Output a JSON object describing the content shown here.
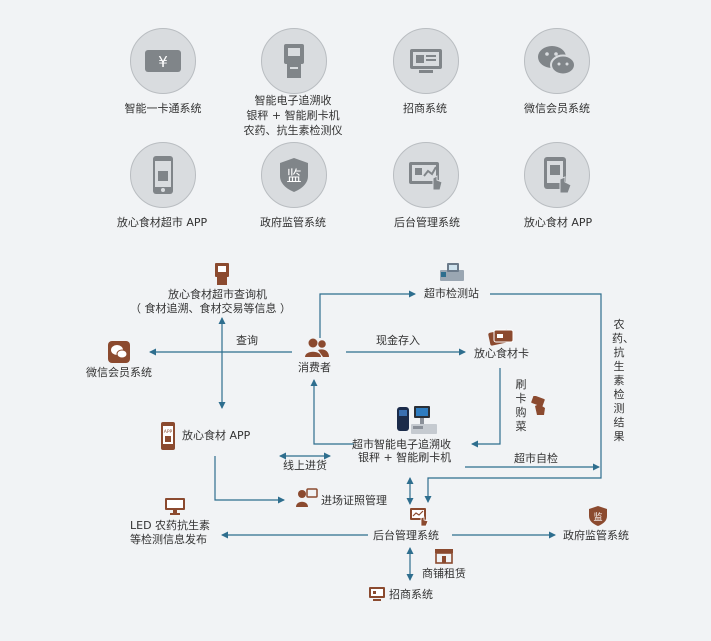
{
  "top_grid": [
    {
      "id": "smart-card",
      "label": "智能一卡通系统",
      "icon": "yen-card-icon"
    },
    {
      "id": "trace-scale",
      "label_lines": [
        "智能电子追溯收",
        "银秤 + 智能刷卡机",
        "农药、抗生素检测仪"
      ],
      "icon": "kiosk-icon"
    },
    {
      "id": "merchant",
      "label": "招商系统",
      "icon": "monitor-icon"
    },
    {
      "id": "wechat-member",
      "label": "微信会员系统",
      "icon": "wechat-icon"
    },
    {
      "id": "supermarket-app",
      "label": "放心食材超市 APP",
      "icon": "phone-icon"
    },
    {
      "id": "gov-supervision",
      "label": "政府监管系统",
      "icon": "shield-icon"
    },
    {
      "id": "backend",
      "label": "后台管理系统",
      "icon": "touch-screen-icon"
    },
    {
      "id": "food-app",
      "label": "放心食材 APP",
      "icon": "tablet-touch-icon"
    }
  ],
  "flow": {
    "kiosk_title": "放心食材超市查询机",
    "kiosk_sub": "（ 食材追溯、食材交易等信息 ）",
    "consumer": "消费者",
    "query": "查询",
    "cash_deposit": "现金存入",
    "wechat_member": "微信会员系统",
    "food_card": "放心食材卡",
    "test_station": "超市检测站",
    "pesticide_result": "农药、抗生素检测结果",
    "swipe_buy": "刷卡购菜",
    "food_app": "放心食材 APP",
    "trace_scale_lines": [
      "超市智能电子追溯收",
      "银秤 + 智能刷卡机"
    ],
    "online_purchase": "线上进货",
    "self_check": "超市自检",
    "license_mgmt": "进场证照管理",
    "led_lines": [
      "LED 农药抗生素",
      "等检测信息发布"
    ],
    "backend": "后台管理系统",
    "gov": "政府监管系统",
    "shop_rent": "商铺租赁",
    "merchant": "招商系统"
  },
  "colors": {
    "line": "#2e6e8e",
    "icon": "#8b4a2f",
    "circle": "#d9dcdf",
    "glyph": "#808589"
  }
}
